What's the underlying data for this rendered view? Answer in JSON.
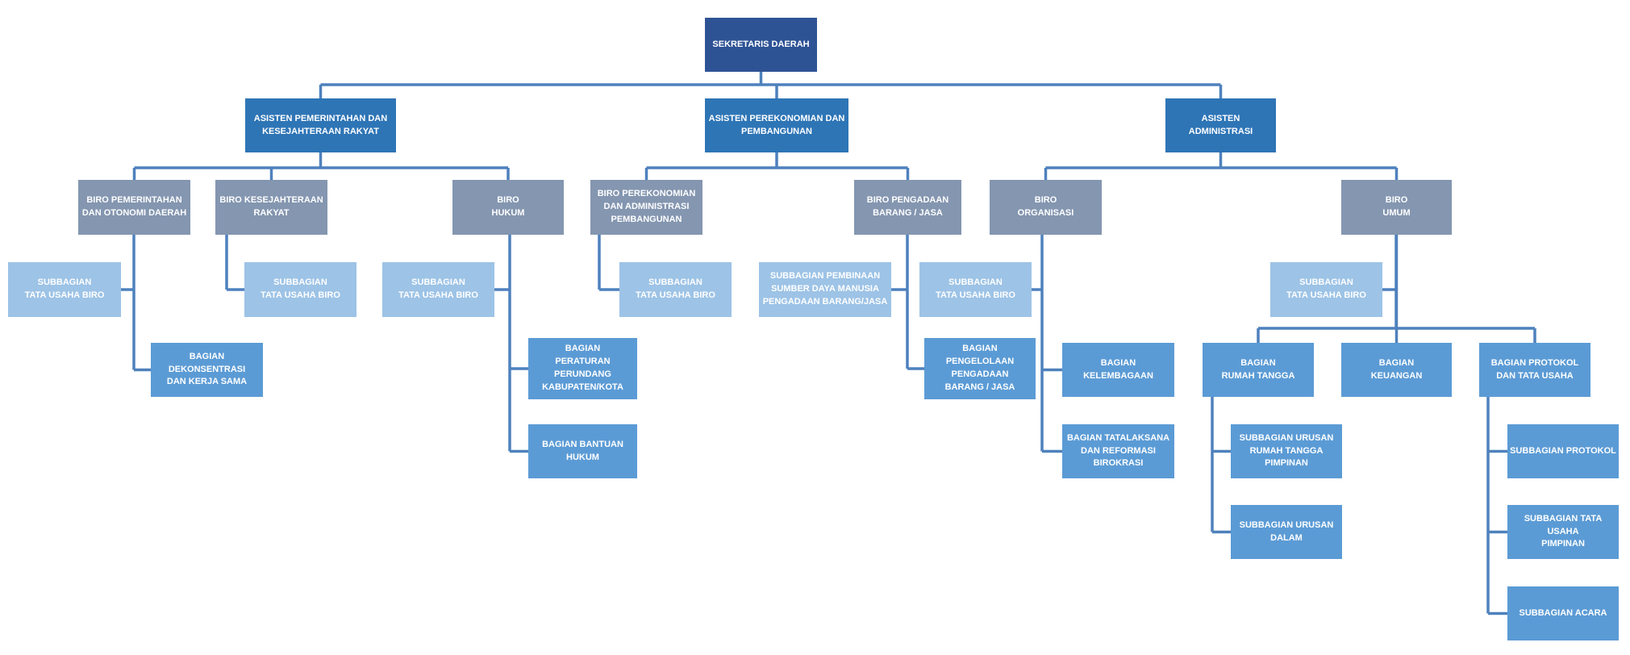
{
  "colors": {
    "root": "#2E5395",
    "asisten": "#2E75B6",
    "biro": "#8496B0",
    "light": "#9DC3E6",
    "mid": "#5B9BD5",
    "connector": "#4E81BD",
    "background": "#FFFFFF"
  },
  "nodes": [
    {
      "id": "sekretaris-daerah",
      "variant": "root",
      "label": "SEKRETARIS DAERAH"
    },
    {
      "id": "asisten-pemerintahan",
      "variant": "asisten",
      "label": "ASISTEN PEMERINTAHAN DAN\nKESEJAHTERAAN RAKYAT"
    },
    {
      "id": "asisten-perekonomian",
      "variant": "asisten",
      "label": "ASISTEN PEREKONOMIAN DAN\nPEMBANGUNAN"
    },
    {
      "id": "asisten-administrasi",
      "variant": "asisten",
      "label": "ASISTEN\nADMINISTRASI"
    },
    {
      "id": "biro-pemerintahan",
      "variant": "biro",
      "label": "BIRO PEMERINTAHAN\nDAN OTONOMI DAERAH"
    },
    {
      "id": "biro-kesejahteraan",
      "variant": "biro",
      "label": "BIRO KESEJAHTERAAN\nRAKYAT"
    },
    {
      "id": "biro-hukum",
      "variant": "biro",
      "label": "BIRO\nHUKUM"
    },
    {
      "id": "biro-perekonomian",
      "variant": "biro",
      "label": "BIRO PEREKONOMIAN\nDAN ADMINISTRASI\nPEMBANGUNAN"
    },
    {
      "id": "biro-pengadaan",
      "variant": "biro",
      "label": "BIRO PENGADAAN\nBARANG / JASA"
    },
    {
      "id": "biro-organisasi",
      "variant": "biro",
      "label": "BIRO\nORGANISASI"
    },
    {
      "id": "biro-umum",
      "variant": "biro",
      "label": "BIRO\nUMUM"
    },
    {
      "id": "sub-tu-pemerintahan",
      "variant": "light",
      "label": "SUBBAGIAN\nTATA USAHA BIRO"
    },
    {
      "id": "sub-tu-kesejahteraan",
      "variant": "light",
      "label": "SUBBAGIAN\nTATA USAHA BIRO"
    },
    {
      "id": "sub-tu-hukum",
      "variant": "light",
      "label": "SUBBAGIAN\nTATA USAHA BIRO"
    },
    {
      "id": "sub-tu-perekonomian",
      "variant": "light",
      "label": "SUBBAGIAN\nTATA USAHA BIRO"
    },
    {
      "id": "sub-pembinaan-sdm",
      "variant": "light",
      "label": "SUBBAGIAN PEMBINAAN\nSUMBER DAYA MANUSIA\nPENGADAAN BARANG/JASA"
    },
    {
      "id": "sub-tu-organisasi",
      "variant": "light",
      "label": "SUBBAGIAN\nTATA USAHA BIRO"
    },
    {
      "id": "sub-tu-umum",
      "variant": "light",
      "label": "SUBBAGIAN\nTATA  USAHA BIRO"
    },
    {
      "id": "bagian-dekonsentrasi",
      "variant": "mid",
      "label": "BAGIAN DEKONSENTRASI\nDAN KERJA SAMA"
    },
    {
      "id": "bagian-peraturan",
      "variant": "mid",
      "label": "BAGIAN\nPERATURAN\nPERUNDANG\nKABUPATEN/KOTA"
    },
    {
      "id": "bagian-bantuan-hukum",
      "variant": "mid",
      "label": "BAGIAN BANTUAN\nHUKUM"
    },
    {
      "id": "bagian-pengelolaan",
      "variant": "mid",
      "label": "BAGIAN\nPENGELOLAAN\nPENGADAAN\nBARANG / JASA"
    },
    {
      "id": "bagian-kelembagaan",
      "variant": "mid",
      "label": "BAGIAN\nKELEMBAGAAN"
    },
    {
      "id": "bagian-tatalaksana",
      "variant": "mid",
      "label": "BAGIAN TATALAKSANA\nDAN REFORMASI\nBIROKRASI"
    },
    {
      "id": "bagian-rumah-tangga",
      "variant": "mid",
      "label": "BAGIAN\nRUMAH TANGGA"
    },
    {
      "id": "bagian-keuangan",
      "variant": "mid",
      "label": "BAGIAN\nKEUANGAN"
    },
    {
      "id": "bagian-protokol",
      "variant": "mid",
      "label": "BAGIAN PROTOKOL\nDAN TATA USAHA"
    },
    {
      "id": "sub-urusan-rt-pimpinan",
      "variant": "mid",
      "label": "SUBBAGIAN URUSAN\nRUMAH TANGGA\nPIMPINAN"
    },
    {
      "id": "sub-urusan-dalam",
      "variant": "mid",
      "label": "SUBBAGIAN URUSAN\nDALAM"
    },
    {
      "id": "sub-protokol",
      "variant": "mid",
      "label": "SUBBAGIAN PROTOKOL"
    },
    {
      "id": "sub-tu-pimpinan",
      "variant": "mid",
      "label": "SUBBAGIAN TATA USAHA\nPIMPINAN"
    },
    {
      "id": "sub-acara",
      "variant": "mid",
      "label": "SUBBAGIAN ACARA"
    }
  ],
  "edges": [
    {
      "from": "sekretaris-daerah",
      "to": "asisten-pemerintahan"
    },
    {
      "from": "sekretaris-daerah",
      "to": "asisten-perekonomian"
    },
    {
      "from": "sekretaris-daerah",
      "to": "asisten-administrasi"
    },
    {
      "from": "asisten-pemerintahan",
      "to": "biro-pemerintahan"
    },
    {
      "from": "asisten-pemerintahan",
      "to": "biro-kesejahteraan"
    },
    {
      "from": "asisten-pemerintahan",
      "to": "biro-hukum"
    },
    {
      "from": "asisten-perekonomian",
      "to": "biro-perekonomian"
    },
    {
      "from": "asisten-perekonomian",
      "to": "biro-pengadaan"
    },
    {
      "from": "asisten-administrasi",
      "to": "biro-organisasi"
    },
    {
      "from": "asisten-administrasi",
      "to": "biro-umum"
    },
    {
      "from": "biro-pemerintahan",
      "to": "sub-tu-pemerintahan"
    },
    {
      "from": "biro-pemerintahan",
      "to": "bagian-dekonsentrasi"
    },
    {
      "from": "biro-kesejahteraan",
      "to": "sub-tu-kesejahteraan"
    },
    {
      "from": "biro-hukum",
      "to": "sub-tu-hukum"
    },
    {
      "from": "biro-hukum",
      "to": "bagian-peraturan"
    },
    {
      "from": "biro-hukum",
      "to": "bagian-bantuan-hukum"
    },
    {
      "from": "biro-perekonomian",
      "to": "sub-tu-perekonomian"
    },
    {
      "from": "biro-pengadaan",
      "to": "sub-pembinaan-sdm"
    },
    {
      "from": "biro-pengadaan",
      "to": "bagian-pengelolaan"
    },
    {
      "from": "biro-organisasi",
      "to": "sub-tu-organisasi"
    },
    {
      "from": "biro-organisasi",
      "to": "bagian-kelembagaan"
    },
    {
      "from": "biro-organisasi",
      "to": "bagian-tatalaksana"
    },
    {
      "from": "biro-umum",
      "to": "sub-tu-umum"
    },
    {
      "from": "biro-umum",
      "to": "bagian-rumah-tangga"
    },
    {
      "from": "biro-umum",
      "to": "bagian-keuangan"
    },
    {
      "from": "biro-umum",
      "to": "bagian-protokol"
    },
    {
      "from": "bagian-rumah-tangga",
      "to": "sub-urusan-rt-pimpinan"
    },
    {
      "from": "bagian-rumah-tangga",
      "to": "sub-urusan-dalam"
    },
    {
      "from": "bagian-protokol",
      "to": "sub-protokol"
    },
    {
      "from": "bagian-protokol",
      "to": "sub-tu-pimpinan"
    },
    {
      "from": "bagian-protokol",
      "to": "sub-acara"
    }
  ]
}
